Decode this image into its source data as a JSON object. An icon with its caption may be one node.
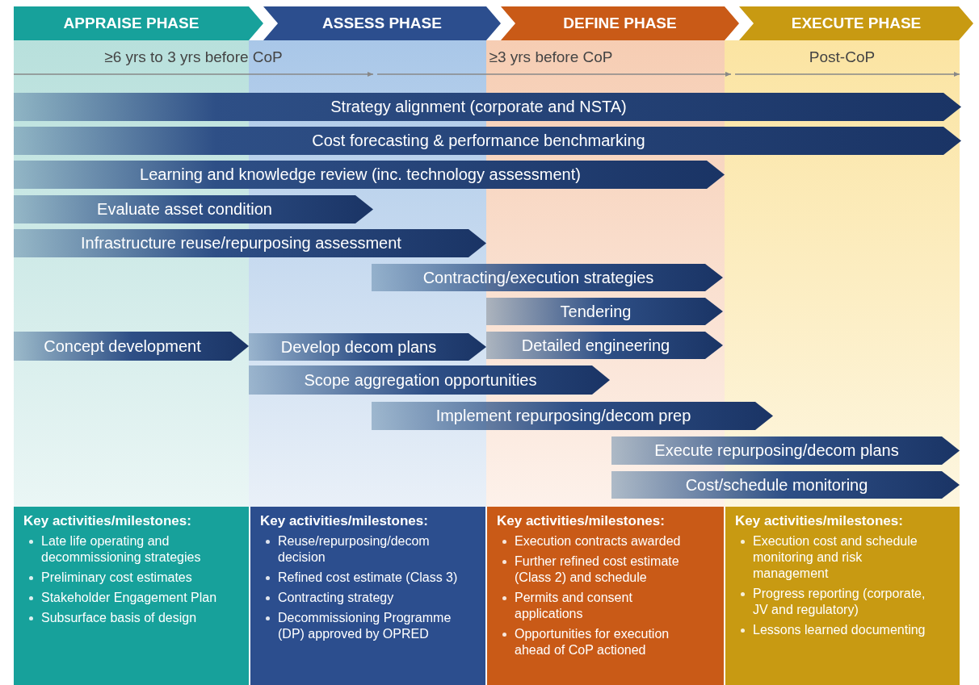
{
  "diagram": {
    "nodes": [
      {
        "text": [
          "APPRAISE PHASE"
        ]
      },
      {
        "text": [
          "ASSESS PHASE"
        ]
      },
      {
        "text": [
          "DEFINE PHASE"
        ]
      },
      {
        "text": [
          "EXECUTE PHASE"
        ]
      },
      {
        "text": [
          "Strategy alignment (corporate and NSTA)"
        ]
      },
      {
        "text": [
          "Cost forecasting & performance benchmarking"
        ]
      },
      {
        "text": [
          "Learning and knowledge review (inc. technology assessment)"
        ]
      },
      {
        "text": [
          "Evaluate asset condition"
        ]
      },
      {
        "text": [
          "Infrastructure reuse/repurposing assessment"
        ]
      },
      {
        "text": [
          "Contracting/execution strategies"
        ]
      },
      {
        "text": [
          "Tendering"
        ]
      },
      {
        "text": [
          "Concept development"
        ]
      },
      {
        "text": [
          "Develop decom plans"
        ]
      },
      {
        "text": [
          "Detailed engineering"
        ]
      },
      {
        "text": [
          "Scope aggregation opportunities"
        ]
      },
      {
        "text": [
          "Implement repurposing/decom prep"
        ]
      },
      {
        "text": [
          "Execute repurposing/decom plans"
        ]
      },
      {
        "text": [
          "Cost/schedule monitoring"
        ]
      },
      {
        "text": [
          "Key activities/milestones:",
          "Late life operating and decommissioning strategies",
          "Preliminary cost estimates",
          "Stakeholder Engagement Plan",
          "Subsurface basis of design"
        ]
      },
      {
        "text": [
          "Key activities/milestones:",
          "Reuse/repurposing/decom decision",
          "Refined cost estimate (Class 3)",
          "Contracting strategy",
          "Decommissioning Programme (DP) approved by OPRED"
        ]
      },
      {
        "text": [
          "Key activities/milestones:",
          "Execution contracts awarded",
          "Further refined cost estimate (Class 2) and schedule",
          "Permits and consent applications",
          "Opportunities for execution ahead of CoP actioned"
        ]
      },
      {
        "text": [
          "Key activities/milestones:",
          "Execution cost and schedule monitoring and risk management",
          "Progress reporting (corporate, JV and regulatory)",
          "Lessons learned documenting"
        ]
      }
    ],
    "labels": [
      "≥6 yrs to 3 yrs before CoP",
      "≥3 yrs before CoP",
      "Post-CoP"
    ]
  }
}
